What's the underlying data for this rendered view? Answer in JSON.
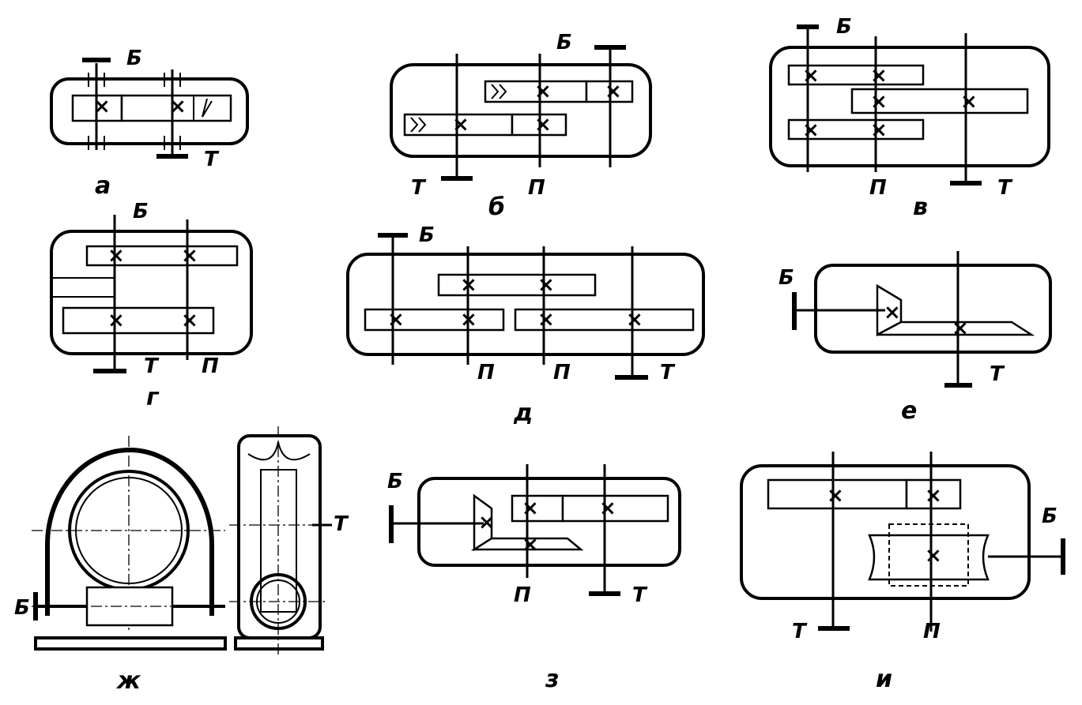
{
  "figure": {
    "captions": {
      "a": "а",
      "b": "б",
      "v": "в",
      "g": "г",
      "d": "д",
      "e": "е",
      "zh": "ж",
      "z": "з",
      "i": "и"
    },
    "shaft_labels": {
      "input": "Б",
      "intermediate": "П",
      "output": "Т"
    },
    "gear_mark": "×"
  }
}
